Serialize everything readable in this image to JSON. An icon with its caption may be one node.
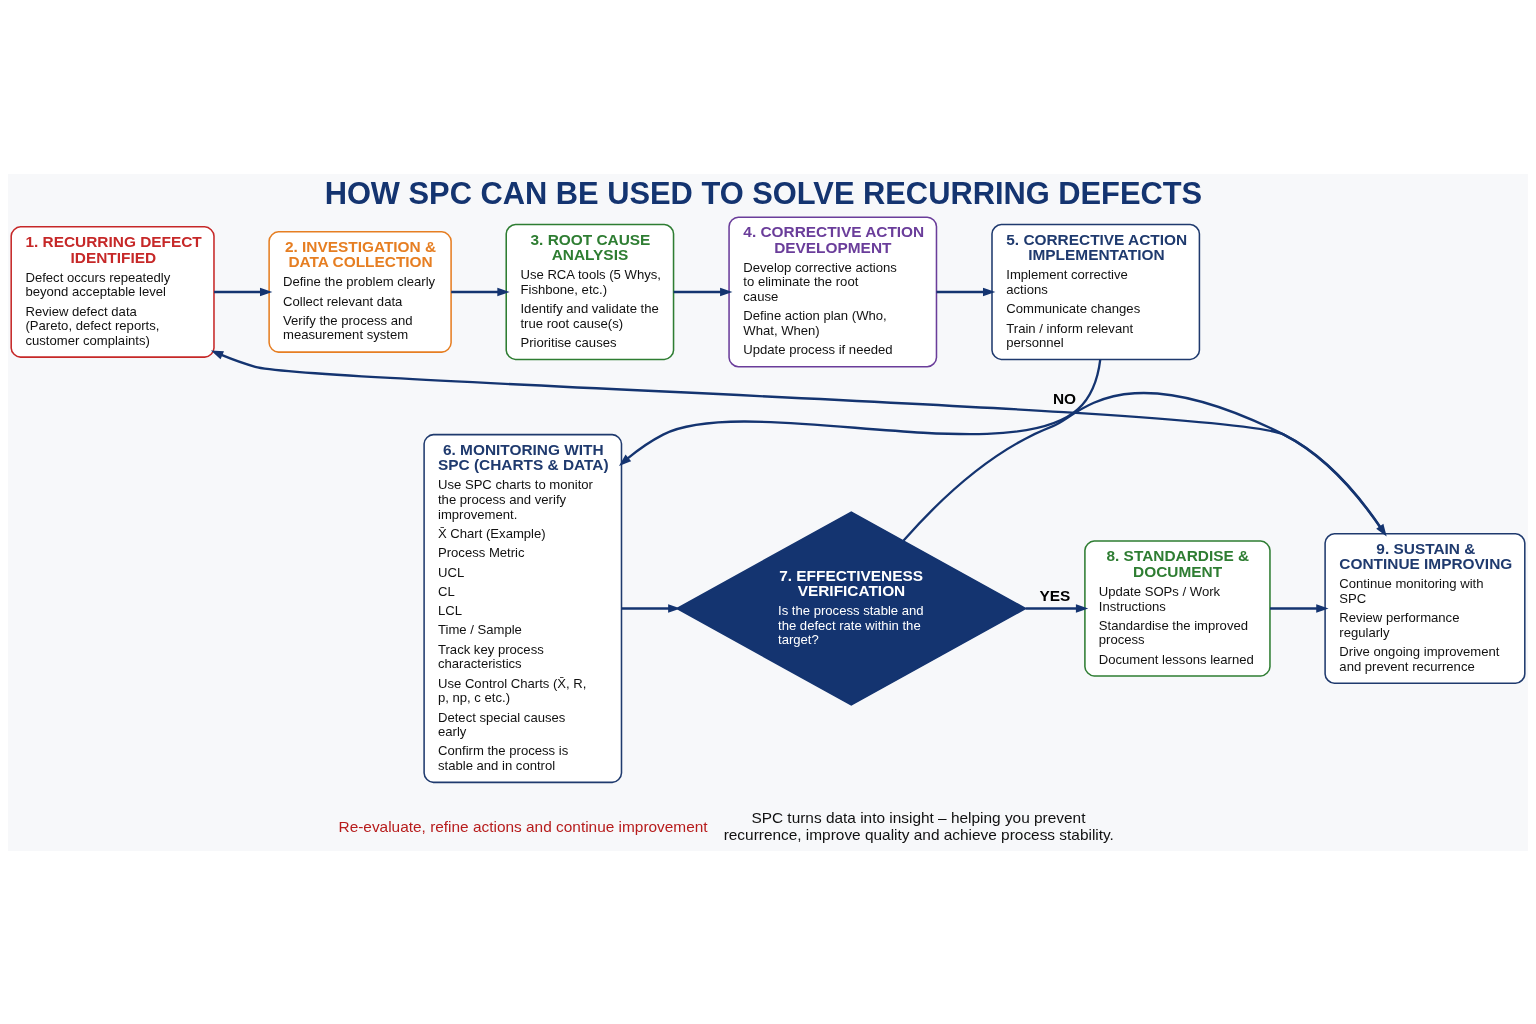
{
  "diagram": {
    "title": "HOW SPC CAN BE USED TO SOLVE RECURRING DEFECTS",
    "nodes": [
      {
        "text": [
          "1. RECURRING DEFECT IDENTIFIED",
          "Defect occurs repeatedly beyond acceptable level",
          "Review defect data (Pareto, defect reports, customer complaints)"
        ]
      },
      {
        "text": [
          "2. INVESTIGATION & DATA COLLECTION",
          "Define the problem clearly",
          "Collect relevant data",
          "Verify the process and measurement system"
        ]
      },
      {
        "text": [
          "3. ROOT CAUSE ANALYSIS",
          "Use RCA tools (5 Whys, Fishbone, etc.)",
          "Identify and validate the true root cause(s)",
          "Prioritise causes"
        ]
      },
      {
        "text": [
          "4. CORRECTIVE ACTION DEVELOPMENT",
          "Develop corrective actions to eliminate the root cause",
          "Define action plan (Who, What, When)",
          "Update process if needed"
        ]
      },
      {
        "text": [
          "5. CORRECTIVE ACTION IMPLEMENTATION",
          "Implement corrective actions",
          "Communicate changes",
          "Train / inform relevant personnel"
        ]
      },
      {
        "text": [
          "6. MONITORING WITH SPC (CHARTS & DATA)",
          "Use SPC charts to monitor the process and verify improvement.",
          "X̄ Chart (Example)",
          "Process Metric",
          "UCL",
          "CL",
          "LCL",
          "Time / Sample",
          "Track key process characteristics",
          "Use Control Charts (X̄, R, p, np, c etc.)",
          "Detect special causes early",
          "Confirm the process is stable and in control"
        ]
      },
      {
        "text": [
          "7. EFFECTIVENESS VERIFICATION",
          "Is the process stable and the defect rate within the target?"
        ]
      },
      {
        "text": [
          "8. STANDARDISE & DOCUMENT",
          "Update SOPs / Work Instructions",
          "Standardise the improved process",
          "Document lessons learned"
        ]
      },
      {
        "text": [
          "9. SUSTAIN & CONTINUE IMPROVING",
          "Continue monitoring with SPC",
          "Review performance regularly",
          "Drive ongoing improvement and prevent recurrence"
        ]
      }
    ],
    "edges": [
      {
        "from": 0,
        "to": 1,
        "arrow": "to"
      },
      {
        "from": 1,
        "to": 2,
        "arrow": "to"
      },
      {
        "from": 2,
        "to": 3,
        "arrow": "to"
      },
      {
        "from": 3,
        "to": 4,
        "arrow": "to"
      },
      {
        "from": 4,
        "to": 5,
        "arrow": "to"
      },
      {
        "from": 5,
        "to": 6,
        "arrow": "to"
      },
      {
        "from": 6,
        "to": 7,
        "arrow": "to",
        "label": "YES"
      },
      {
        "from": 7,
        "to": 8,
        "arrow": "to"
      },
      {
        "from": 8,
        "to": 0,
        "arrow": "to"
      },
      {
        "from": 6,
        "to": 8,
        "arrow": "to",
        "label": "NO"
      }
    ],
    "labels": [
      "Re-evaluate, refine actions and continue improvement",
      "SPC turns data into insight – helping you prevent recurrence, improve quality and achieve process stability."
    ]
  }
}
